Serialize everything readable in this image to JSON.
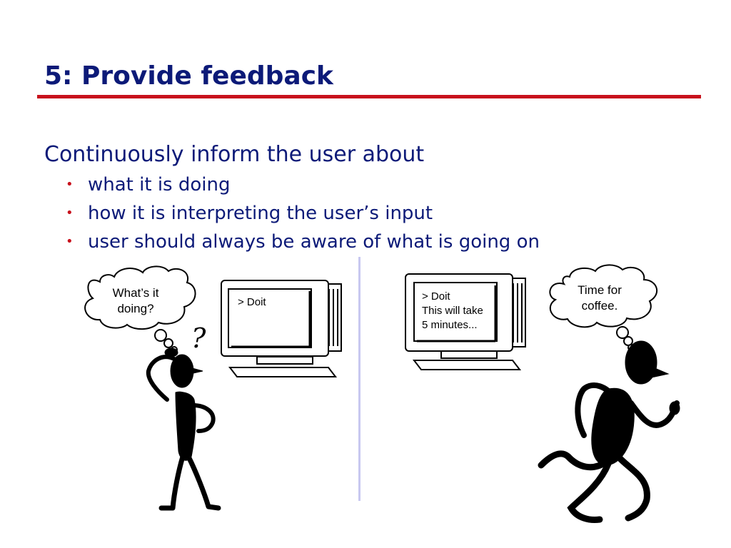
{
  "slide": {
    "title": "5: Provide feedback",
    "lead": "Continuously inform the user about",
    "bullets": [
      "what it is doing",
      "how it is interpreting the user’s input",
      "user should always be aware of what is going on"
    ]
  },
  "left_scene": {
    "bubble_text": "What’s it\ndoing?",
    "screen_text": "> Doit",
    "question_mark": "?"
  },
  "right_scene": {
    "bubble_text": "Time for\ncoffee.",
    "screen_text": "> Doit\nThis will take\n5 minutes..."
  },
  "colors": {
    "title": "#0c1a78",
    "rule": "#c8101c",
    "bullet": "#c8101c",
    "divider": "#c8c8f0"
  }
}
